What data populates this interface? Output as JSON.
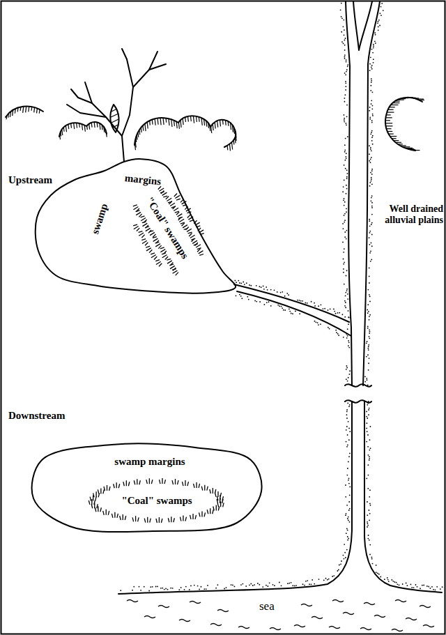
{
  "diagram": {
    "nodes": [
      {
        "text": [
          "swamp",
          "margins"
        ]
      },
      {
        "text": [
          "\"Coal\" swamps"
        ],
        "in": 0
      },
      {
        "text": [
          "swamp margins"
        ]
      },
      {
        "text": [
          "\"Coal\" swamps"
        ],
        "in": 2
      }
    ],
    "labels": [
      "Upstream",
      "Well drained alluvial plains",
      "Downstream",
      "sea"
    ]
  }
}
